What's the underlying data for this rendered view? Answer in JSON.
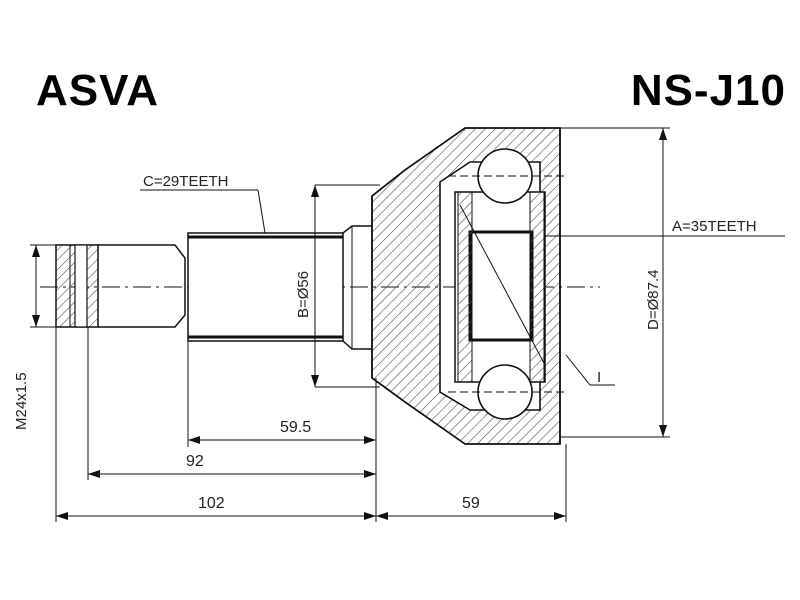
{
  "header": {
    "brand": "ASVA",
    "part_number": "NS-J10"
  },
  "labels": {
    "spline_outer": "C=29TEETH",
    "spline_inner": "A=35TEETH",
    "shaft_diameter": "B=Ø56",
    "bell_diameter": "D=Ø87.4",
    "thread": "M24x1.5",
    "dim_59_5": "59.5",
    "dim_92": "92",
    "dim_102": "102",
    "dim_59": "59",
    "marker_i": "I"
  },
  "colors": {
    "line": "#111111",
    "hatch": "#555555"
  }
}
